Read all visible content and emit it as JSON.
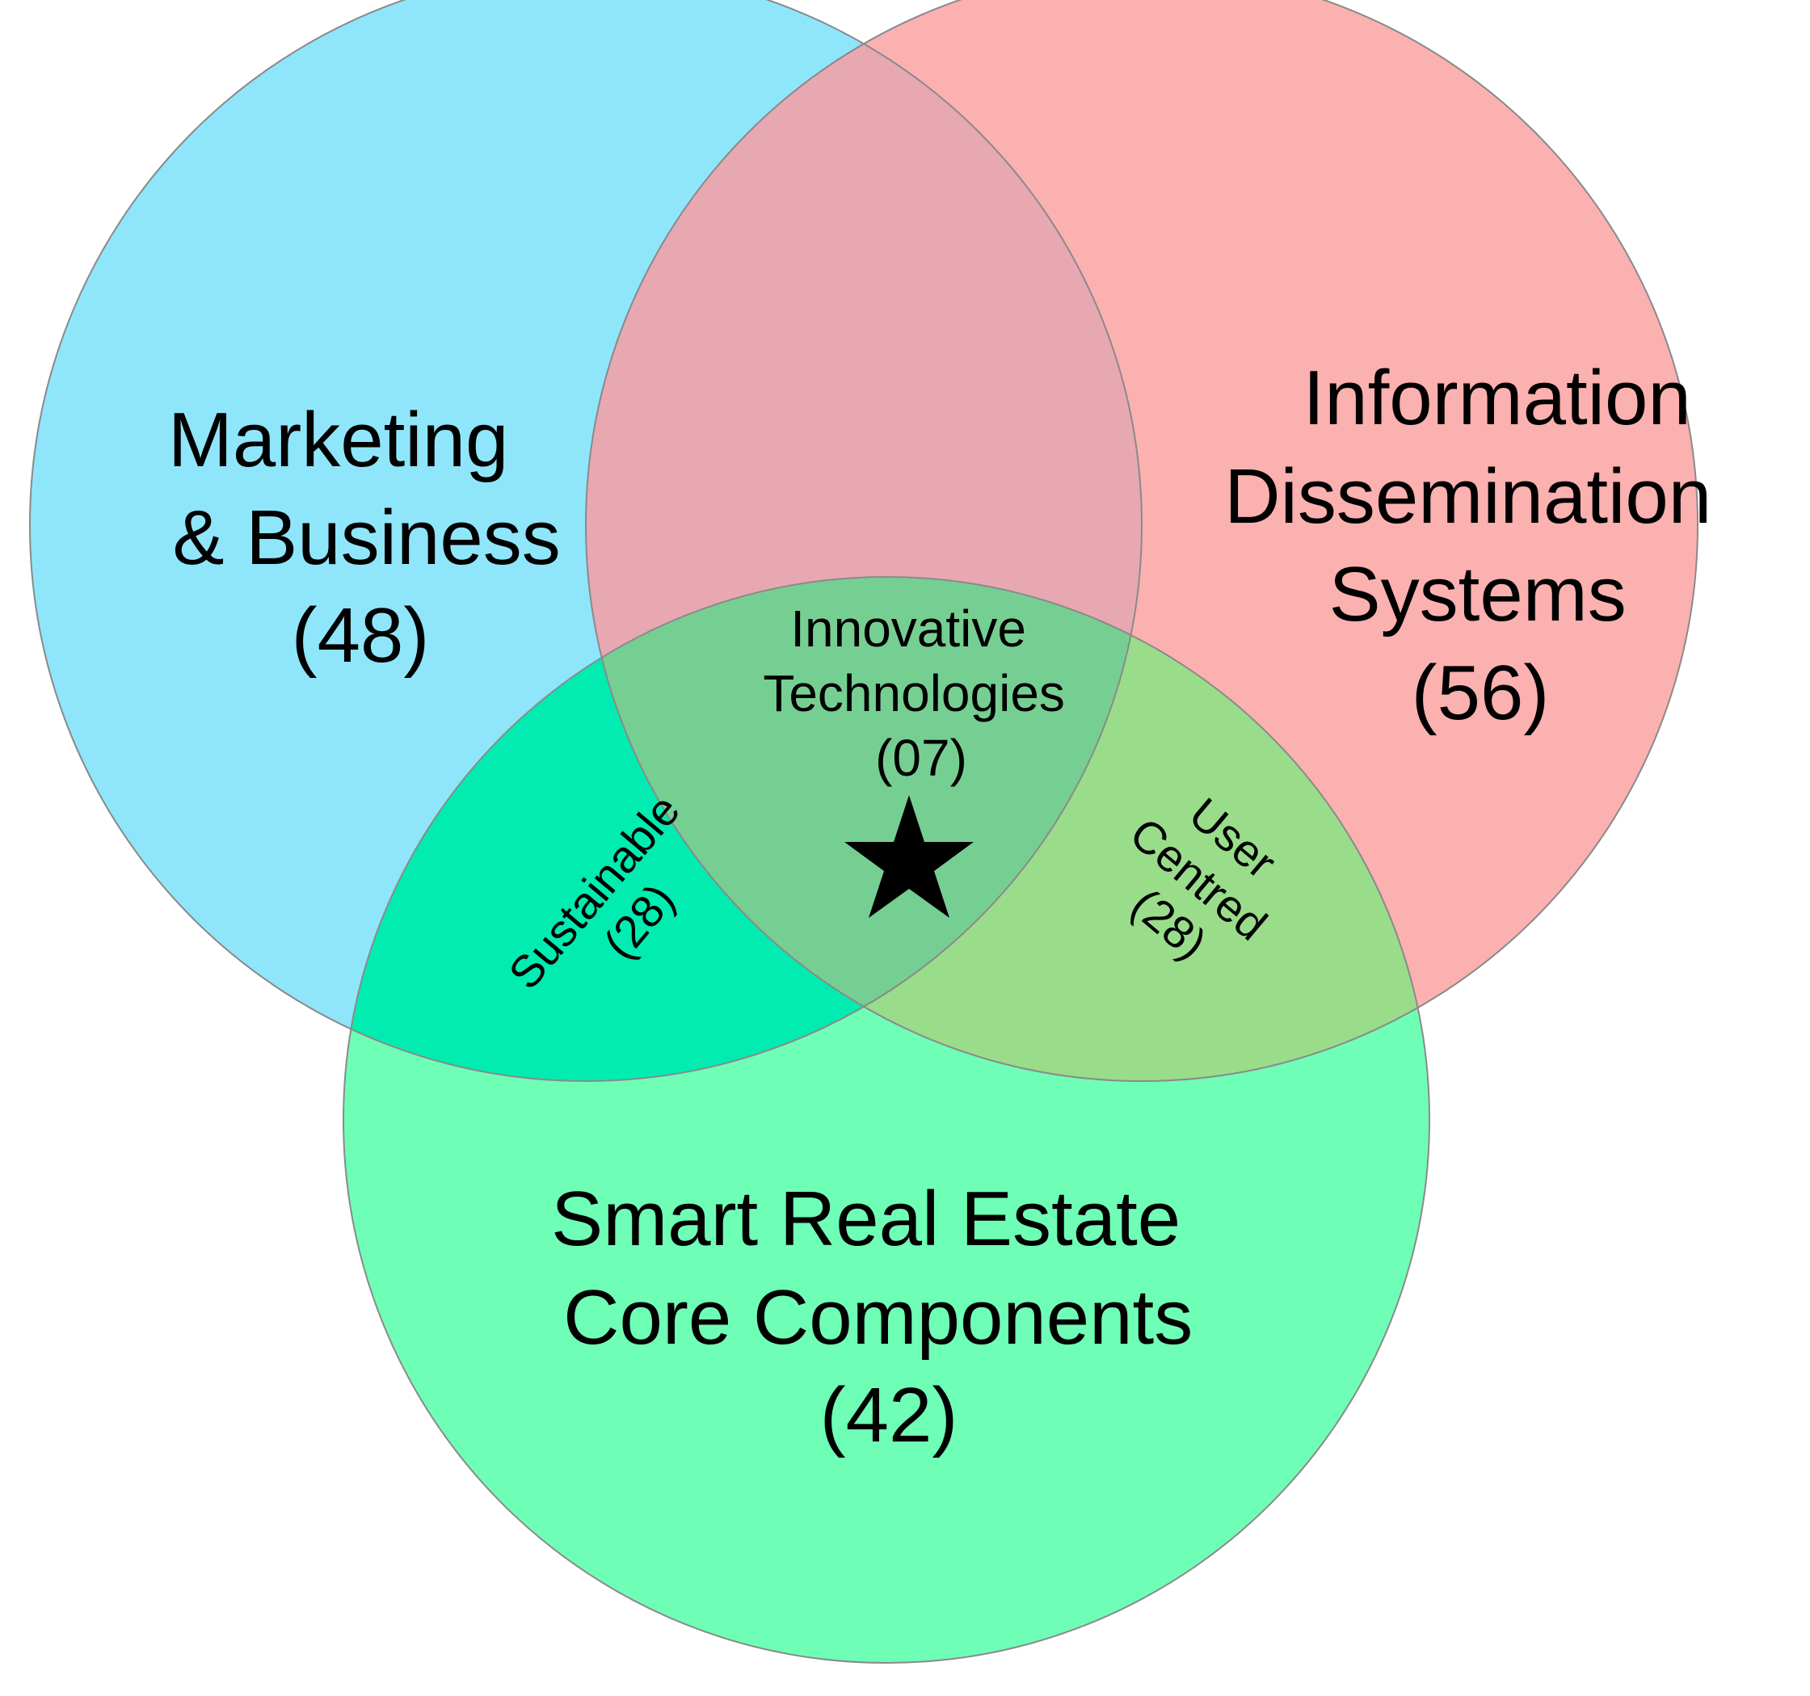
{
  "sets": {
    "marketing": {
      "name_line1": "Marketing",
      "name_line2": "& Business",
      "count": "(48)",
      "color": "#8fe6fb"
    },
    "information": {
      "name_line1": "Information",
      "name_line2": "Dissemination",
      "name_line3": "Systems",
      "count": "(56)",
      "color": "#fbb1b0"
    },
    "smart_real_estate": {
      "name_line1": "Smart Real Estate",
      "name_line2": "Core Components",
      "count": "(42)",
      "color": "#6ffeb6"
    }
  },
  "intersections": {
    "marketing_information": {
      "color": "#e8a8b2"
    },
    "marketing_smart": {
      "label": "Sustainable",
      "count": "(28)",
      "color": "#00ecb0"
    },
    "information_smart": {
      "label_line1": "User",
      "label_line2": "Centred",
      "count": "(28)",
      "color": "#99dd8a"
    },
    "all_three": {
      "label_line1": "Innovative",
      "label_line2": "Technologies",
      "count": "(07)",
      "color": "#76cf92",
      "marker": "star-icon"
    }
  },
  "outline_color": "#8a8a8a"
}
